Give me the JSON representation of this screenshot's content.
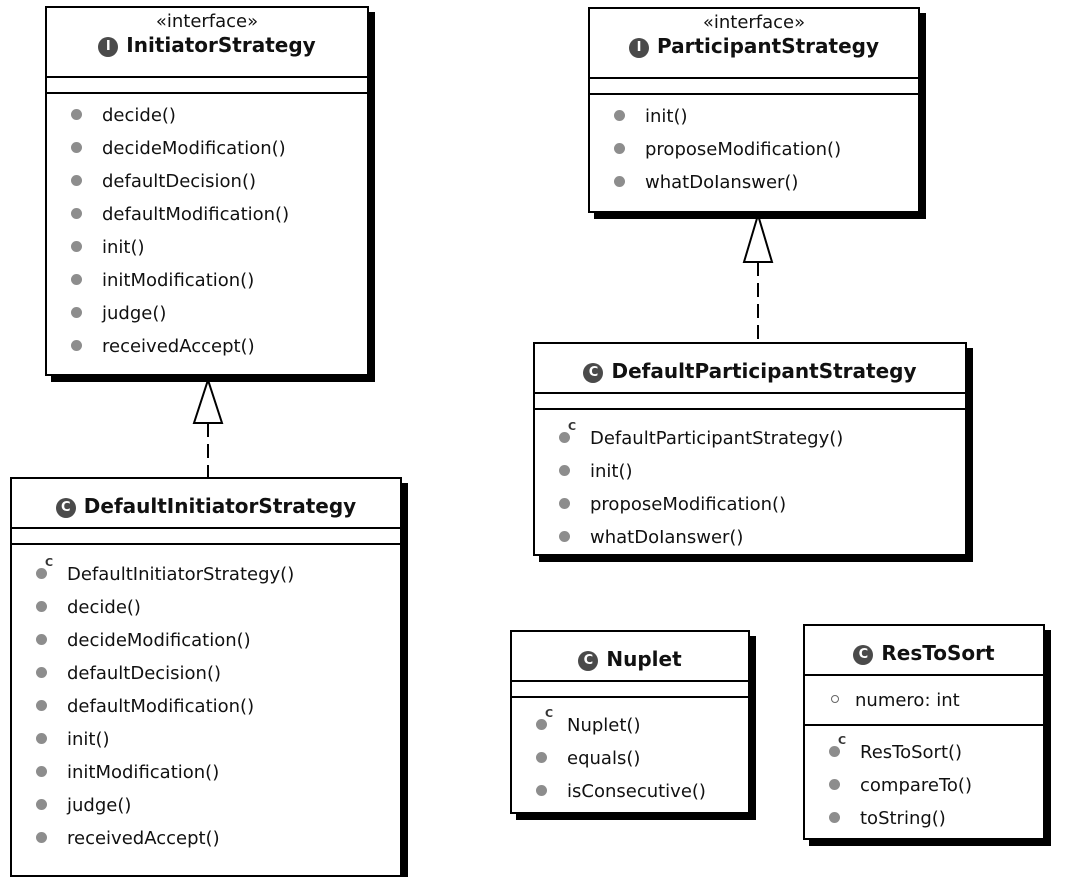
{
  "initiator_strategy": {
    "stereotype": "«interface»",
    "name": "InitiatorStrategy",
    "kind_letter": "I",
    "methods": [
      "decide()",
      "decideModification()",
      "defaultDecision()",
      "defaultModification()",
      "init()",
      "initModification()",
      "judge()",
      "receivedAccept()"
    ]
  },
  "participant_strategy": {
    "stereotype": "«interface»",
    "name": "ParticipantStrategy",
    "kind_letter": "I",
    "methods": [
      "init()",
      "proposeModification()",
      "whatDoIanswer()"
    ]
  },
  "default_participant_strategy": {
    "name": "DefaultParticipantStrategy",
    "kind_letter": "C",
    "constructor": "DefaultParticipantStrategy()",
    "methods": [
      "init()",
      "proposeModification()",
      "whatDoIanswer()"
    ]
  },
  "default_initiator_strategy": {
    "name": "DefaultInitiatorStrategy",
    "kind_letter": "C",
    "constructor": "DefaultInitiatorStrategy()",
    "methods": [
      "decide()",
      "decideModification()",
      "defaultDecision()",
      "defaultModification()",
      "init()",
      "initModification()",
      "judge()",
      "receivedAccept()"
    ]
  },
  "nuplet": {
    "name": "Nuplet",
    "kind_letter": "C",
    "constructor": "Nuplet()",
    "methods": [
      "equals()",
      "isConsecutive()"
    ]
  },
  "res_to_sort": {
    "name": "ResToSort",
    "kind_letter": "C",
    "fields": [
      "numero: int"
    ],
    "constructor": "ResToSort()",
    "methods": [
      "compareTo()",
      "toString()"
    ]
  },
  "constructor_marker": "C",
  "colors": {
    "line": "#000000",
    "member_dot": "#8d8d8d",
    "kind_badge": "#4a4a4a",
    "background": "#ffffff"
  },
  "relations": [
    {
      "type": "realization",
      "from": "DefaultInitiatorStrategy",
      "to": "InitiatorStrategy"
    },
    {
      "type": "realization",
      "from": "DefaultParticipantStrategy",
      "to": "ParticipantStrategy"
    }
  ]
}
